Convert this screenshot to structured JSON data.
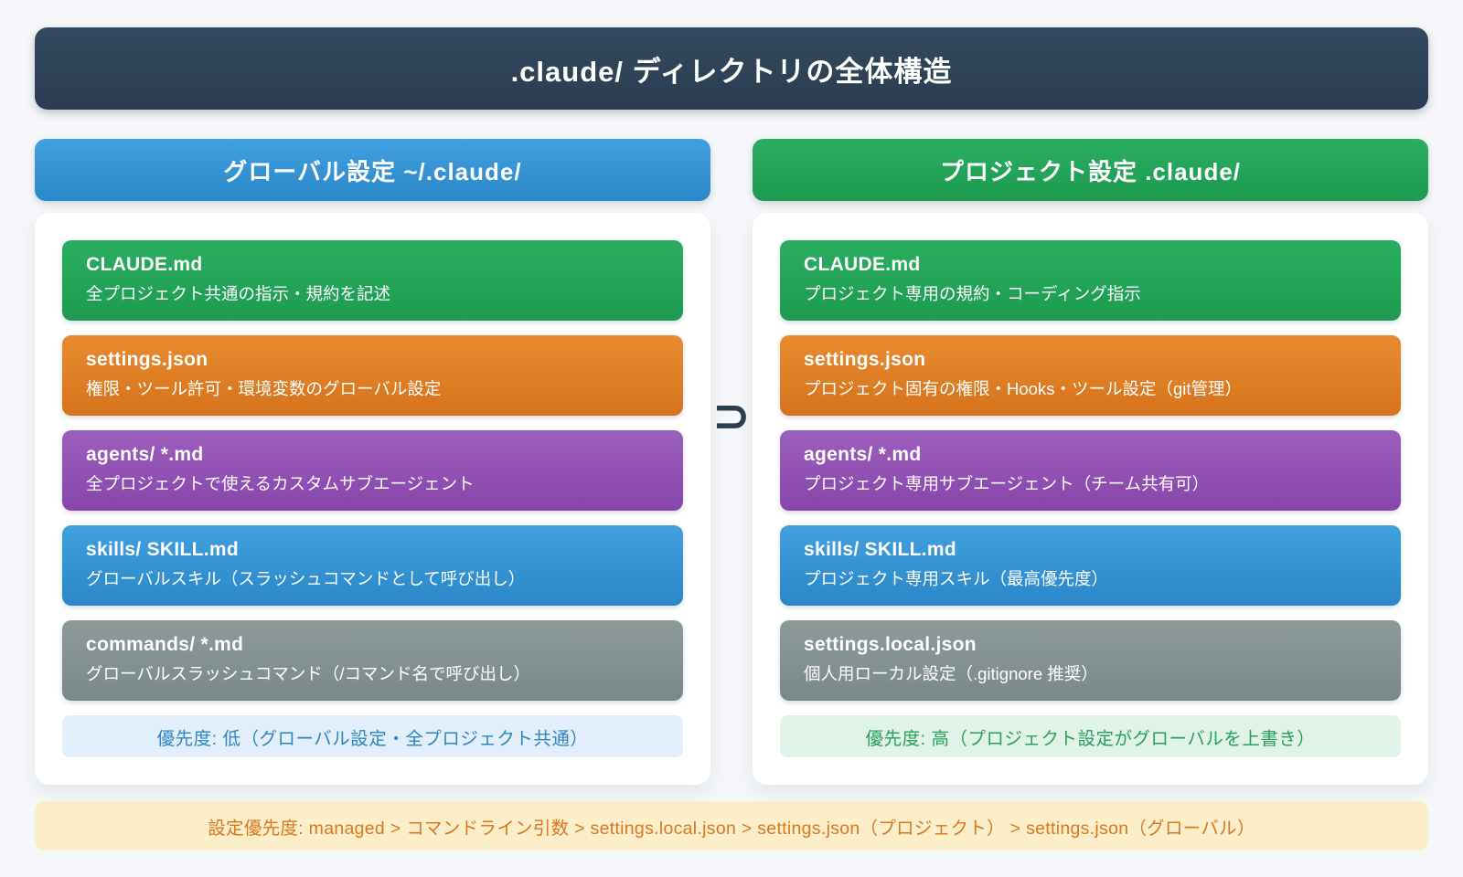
{
  "title": ".claude/ ディレクトリの全体構造",
  "superset_symbol": "⊃",
  "columns": {
    "global": {
      "header": "グローバル設定 ~/.claude/",
      "cards": [
        {
          "title": "CLAUDE.md",
          "desc": "全プロジェクト共通の指示・規約を記述"
        },
        {
          "title": "settings.json",
          "desc": "権限・ツール許可・環境変数のグローバル設定"
        },
        {
          "title": "agents/ *.md",
          "desc": "全プロジェクトで使えるカスタムサブエージェント"
        },
        {
          "title": "skills/ SKILL.md",
          "desc": "グローバルスキル（スラッシュコマンドとして呼び出し）"
        },
        {
          "title": "commands/ *.md",
          "desc": "グローバルスラッシュコマンド（/コマンド名で呼び出し）"
        }
      ],
      "note": "優先度: 低（グローバル設定・全プロジェクト共通）"
    },
    "project": {
      "header": "プロジェクト設定 .claude/",
      "cards": [
        {
          "title": "CLAUDE.md",
          "desc": "プロジェクト専用の規約・コーディング指示"
        },
        {
          "title": "settings.json",
          "desc": "プロジェクト固有の権限・Hooks・ツール設定（git管理）"
        },
        {
          "title": "agents/ *.md",
          "desc": "プロジェクト専用サブエージェント（チーム共有可）"
        },
        {
          "title": "skills/ SKILL.md",
          "desc": "プロジェクト専用スキル（最高優先度）"
        },
        {
          "title": "settings.local.json",
          "desc": "個人用ローカル設定（.gitignore 推奨）"
        }
      ],
      "note": "優先度: 高（プロジェクト設定がグローバルを上書き）"
    }
  },
  "footer": "設定優先度: managed > コマンドライン引数 > settings.local.json > settings.json（プロジェクト） > settings.json（グローバル）",
  "colors": {
    "page_bg": "#f5f7fa",
    "title_bg": "#2c3e50",
    "green": "#27ae60",
    "orange": "#e67e22",
    "purple": "#9b59b6",
    "blue": "#3498db",
    "gray": "#7f8c8d",
    "note_blue_bg": "#e2eef9",
    "note_blue_text": "#2e86c1",
    "note_green_bg": "#e1f3e8",
    "note_green_text": "#27a05c",
    "footer_bg": "#fdeeca",
    "footer_text": "#d9781f"
  }
}
